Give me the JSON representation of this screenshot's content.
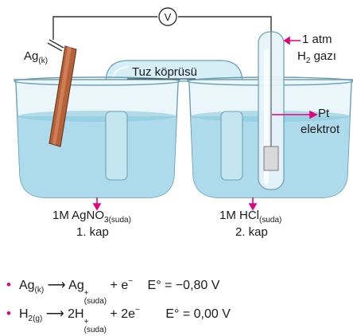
{
  "voltmeter": {
    "symbol": "V"
  },
  "electrode_left": {
    "label": "Ag",
    "sub": "(k)"
  },
  "gas": {
    "pressure": "1 atm",
    "name": "H",
    "sub": "2",
    "suffix": " gazı"
  },
  "pt": {
    "line1": "Pt",
    "line2": "elektrot"
  },
  "salt_bridge": {
    "label": "Tuz köprüsü"
  },
  "cup1": {
    "solution": "1M AgNO",
    "solution_sub": "3(suda)",
    "name": "1. kap"
  },
  "cup2": {
    "solution": "1M HCl",
    "solution_sub": "(suda)",
    "name": "2. kap"
  },
  "reactions": [
    {
      "bullet": "•",
      "reactant": "Ag",
      "reactant_sub": "(k)",
      "arrow": "⟶",
      "product": "Ag",
      "product_sup": "+",
      "product_sub": "(suda)",
      "plus": "+ e",
      "e_sup": "−",
      "potential": "E° = −0,80 V"
    },
    {
      "bullet": "•",
      "reactant": "H",
      "reactant_sub": "2(g)",
      "arrow": "⟶",
      "product": "2H",
      "product_sup": "+",
      "product_sub": "(suda)",
      "plus": "+ 2e",
      "e_sup": "−",
      "potential": "E° = 0,00 V"
    }
  ],
  "colors": {
    "wire": "#333333",
    "glass": "#bfe6f2",
    "liquid": "#a6d8ea",
    "electrode": "#b5623a",
    "accent": "#e6007e",
    "bridge": "#d6eef6"
  }
}
